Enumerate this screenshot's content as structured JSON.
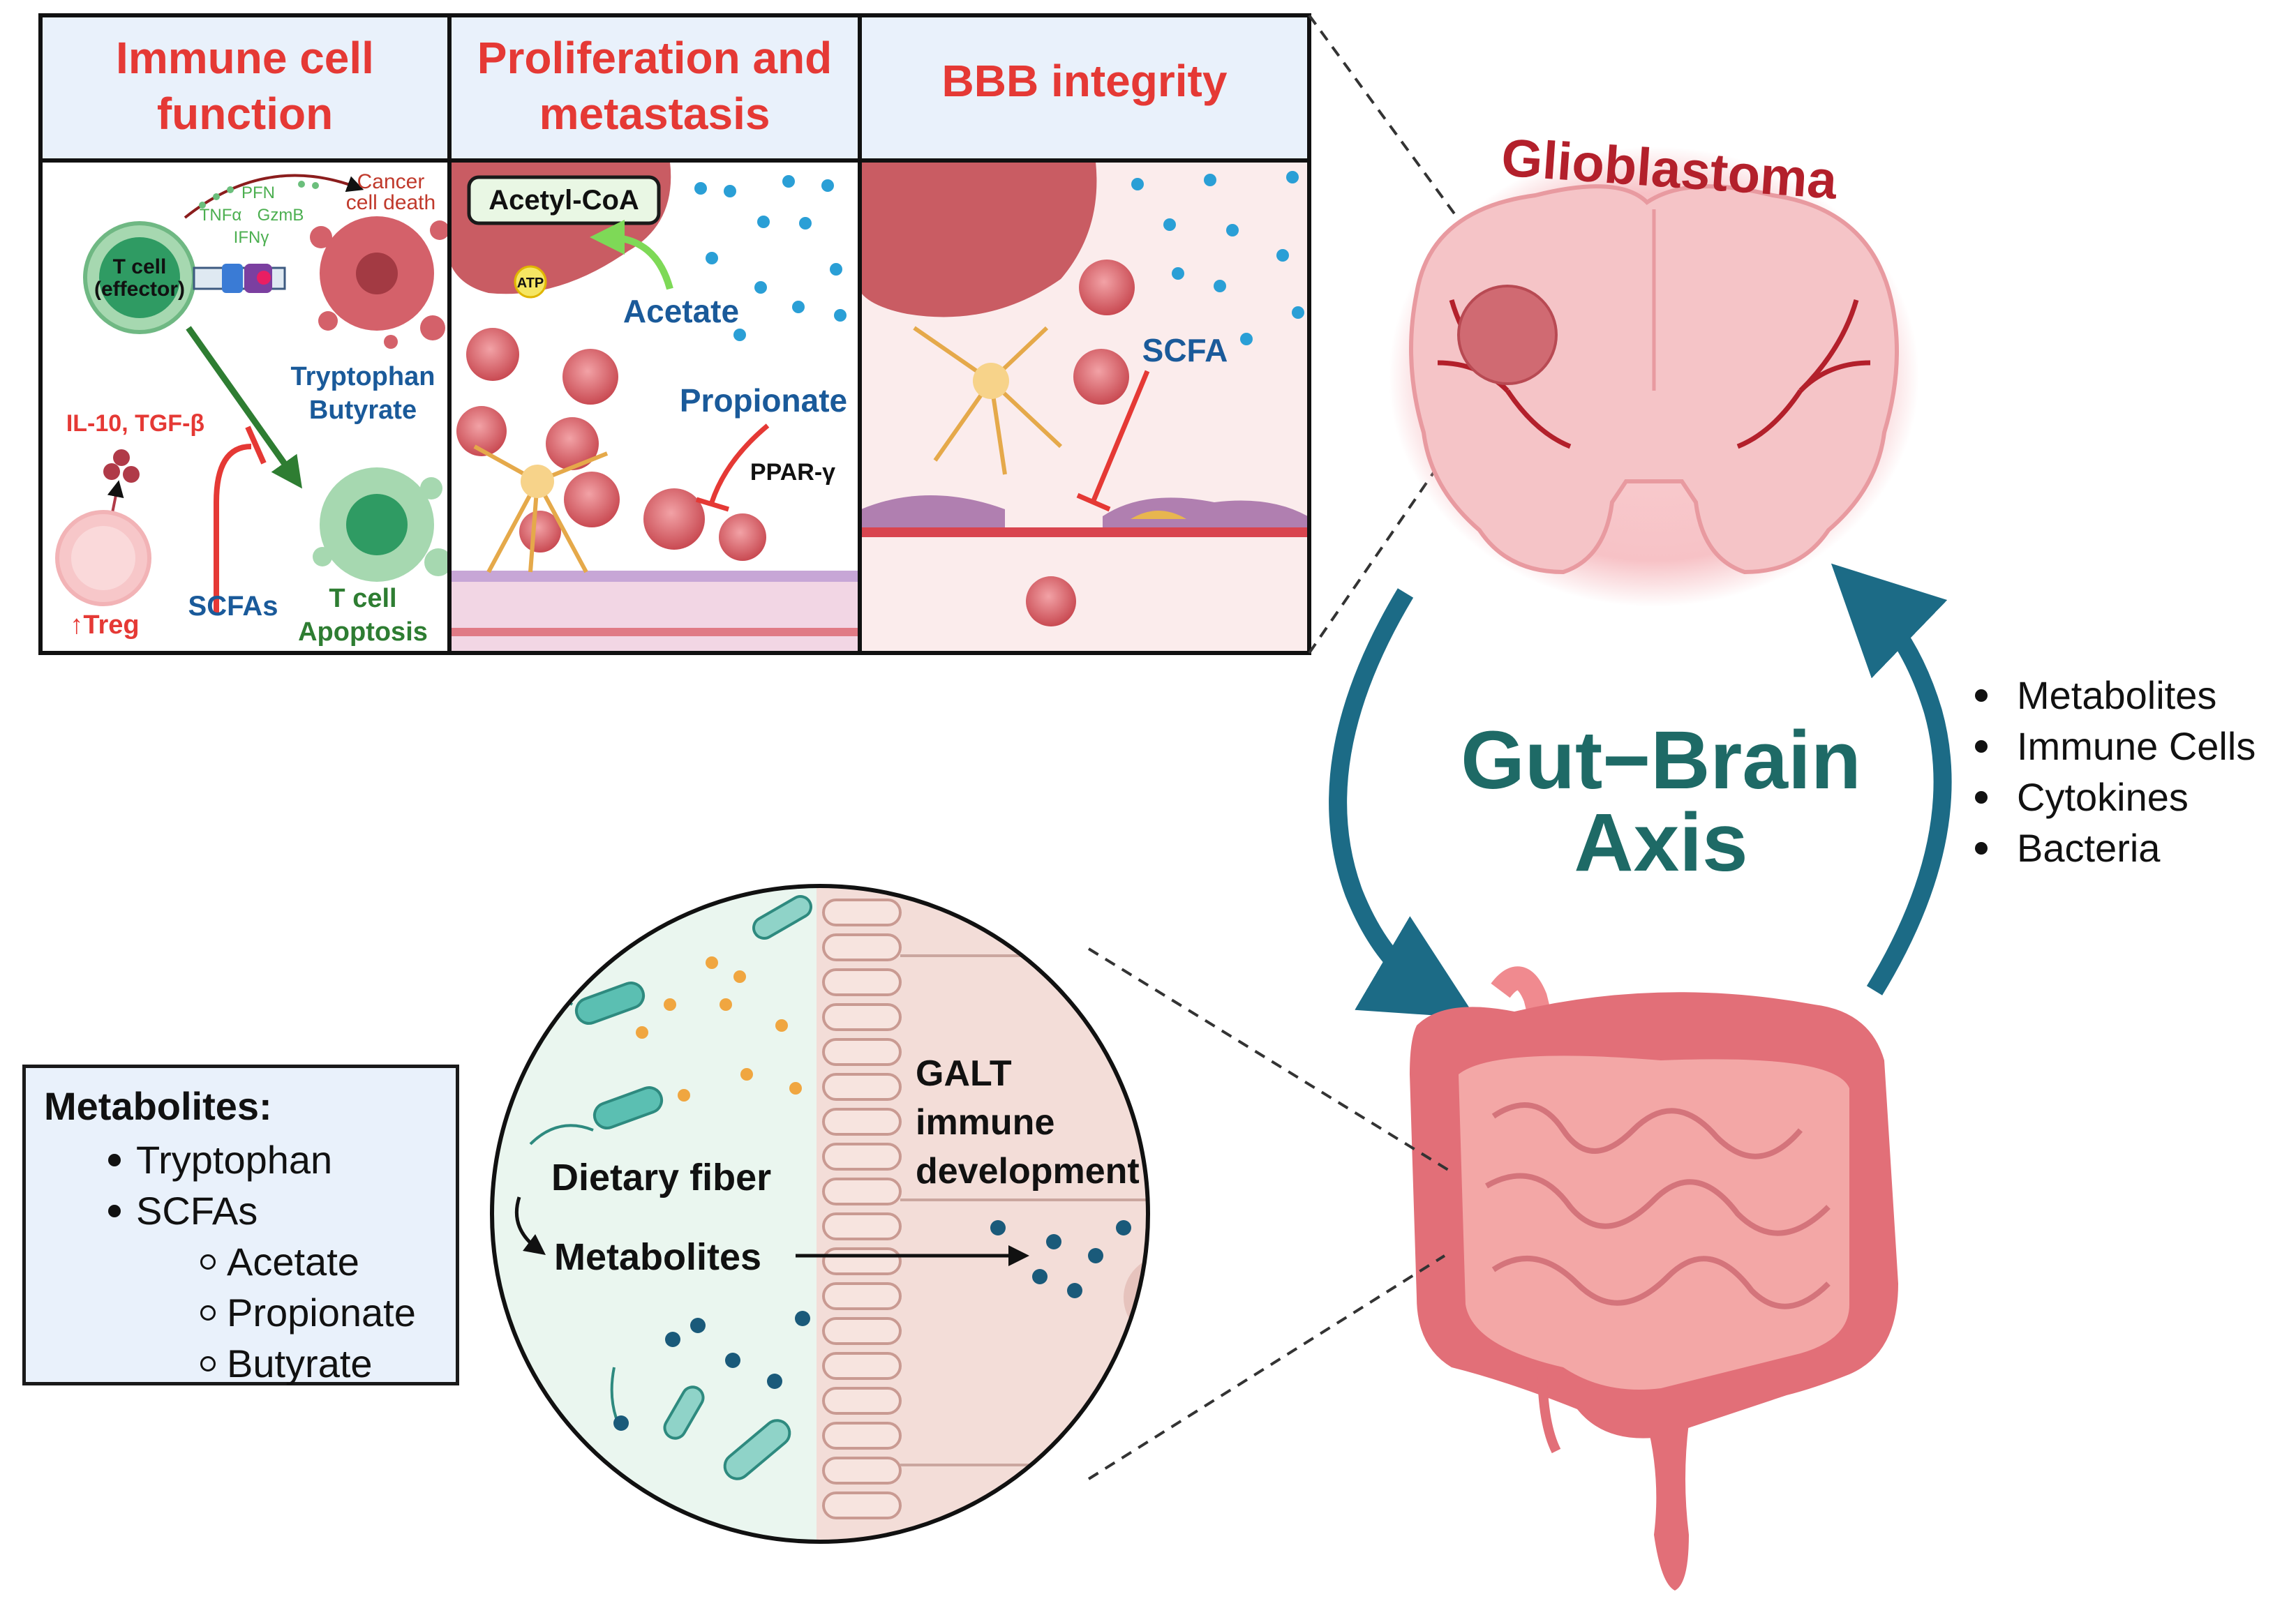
{
  "panels": [
    {
      "title_lines": [
        "Immune cell",
        "function"
      ]
    },
    {
      "title_lines": [
        "Proliferation and",
        "metastasis"
      ]
    },
    {
      "title_lines": [
        "BBB integrity"
      ]
    }
  ],
  "immune_panel": {
    "pfn": "PFN",
    "tnfa": "TNFα",
    "gzmb": "GzmB",
    "ifng": "IFNγ",
    "cancer_death_1": "Cancer",
    "cancer_death_2": "cell death",
    "tcell_1": "T cell",
    "tcell_2": "(effector)",
    "tryptophan": "Tryptophan",
    "butyrate": "Butyrate",
    "il10": "IL-10, TGF-β",
    "scfas": "SCFAs",
    "treg": "↑Treg",
    "apoptosis_1": "T cell",
    "apoptosis_2": "Apoptosis"
  },
  "prolif_panel": {
    "acetyl_coa": "Acetyl-CoA",
    "atp": "ATP",
    "acetate": "Acetate",
    "propionate": "Propionate",
    "ppar": "PPAR-γ"
  },
  "bbb_panel": {
    "scfa": "SCFA"
  },
  "glioblastoma": "Glioblastoma",
  "axis_title_1": "Gut−Brain",
  "axis_title_2": "Axis",
  "axis_list": [
    "Metabolites",
    "Immune Cells",
    "Cytokines",
    "Bacteria"
  ],
  "gut_circle": {
    "galt_1": "GALT",
    "galt_2": "immune",
    "galt_3": "development",
    "dietary_fiber": "Dietary fiber",
    "metabolites": "Metabolites"
  },
  "metabolites_box": {
    "title": "Metabolites:",
    "items": [
      "Tryptophan",
      "SCFAs"
    ],
    "subitems": [
      "Acetate",
      "Propionate",
      "Butyrate"
    ]
  },
  "colors": {
    "title_red": "#e53935",
    "text_blue": "#1a5a9a",
    "text_green": "#2e7d32",
    "axis_teal": "#1e6a66",
    "arrow_blue": "#1c6b86",
    "header_bg": "#e9f1fb"
  }
}
